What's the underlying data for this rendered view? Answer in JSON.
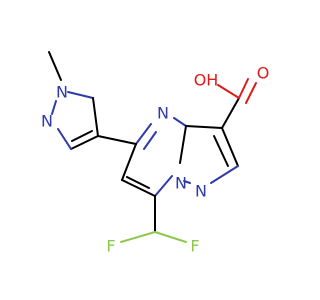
{
  "structure": {
    "atoms": {
      "n_methyl": "N",
      "n_pyrazole": "N",
      "n_pyrimidine": "N",
      "n_bridge": "N",
      "n_ring": "N",
      "o_hydroxyl": "OH",
      "o_carbonyl": "O",
      "f_left": "F",
      "f_right": "F"
    },
    "colors": {
      "carbon_bond": "#000000",
      "nitrogen": "#2f3aa8",
      "oxygen": "#e01a1a",
      "fluorine": "#8cc84b"
    }
  }
}
